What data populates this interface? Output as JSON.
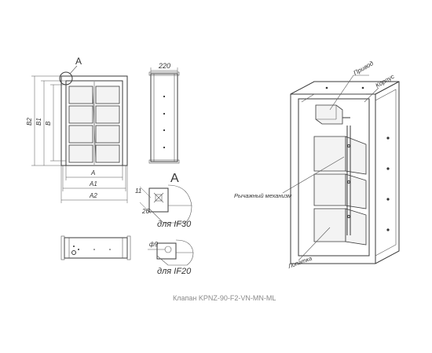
{
  "caption": "Клапан KPNZ-90-F2-VN-MN-ML",
  "front_view": {
    "detail_marker": "A",
    "dim_height_outer": "B2",
    "dim_height_mid": "B1",
    "dim_height_inner": "B",
    "dim_width_inner": "A",
    "dim_width_mid": "A1",
    "dim_width_outer": "A2"
  },
  "side_view": {
    "dim_depth": "220"
  },
  "detail": {
    "marker": "A",
    "dim_a": "11",
    "dim_b": "26",
    "label_if30": "для IF30",
    "dim_hole": "ф9",
    "label_if20": "для IF20"
  },
  "iso_view": {
    "label_drive": "Привод",
    "label_body": "Корпус",
    "label_lever": "Рычажный механизм",
    "label_blade": "Лопатка"
  }
}
